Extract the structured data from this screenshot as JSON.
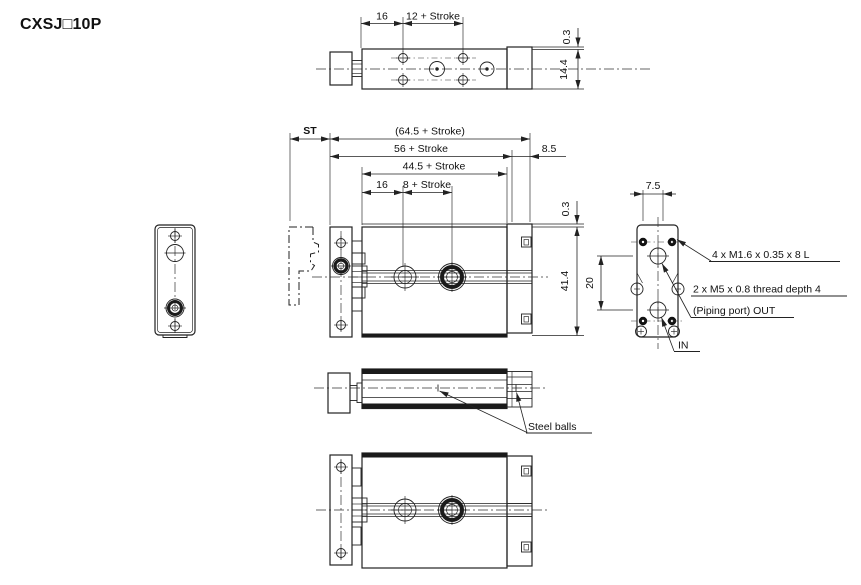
{
  "title": "CXSJ□10P",
  "colors": {
    "line": "#222222",
    "body_fill": "#e8e8e8",
    "plate_fill": "#ededed",
    "dark_block_fill": "#c5c5c5",
    "end_block_fill": "#e2e2e2",
    "band_fill": "#1a1a1a"
  },
  "top_view": {
    "dim_16": "16",
    "dim_12_stroke": "12 + Stroke",
    "dim_0_3": "0.3",
    "dim_14_4": "14.4"
  },
  "side_view": {
    "dim_st": "ST",
    "dim_64_5": "(64.5 + Stroke)",
    "dim_56": "56 + Stroke",
    "dim_44_5": "44.5 + Stroke",
    "dim_16": "16",
    "dim_8_stroke": "8 + Stroke",
    "dim_8_5": "8.5",
    "dim_0_3": "0.3",
    "dim_41_4": "41.4"
  },
  "end_view": {
    "dim_7_5": "7.5",
    "dim_20": "20",
    "note_thread": "4 x M1.6 x 0.35 x 8 L",
    "note_port_thread": "2 x M5 x 0.8 thread depth 4",
    "note_port_out": "(Piping port) OUT",
    "note_port_in": "IN"
  },
  "profile_view": {
    "note_steel_balls": "Steel balls"
  }
}
